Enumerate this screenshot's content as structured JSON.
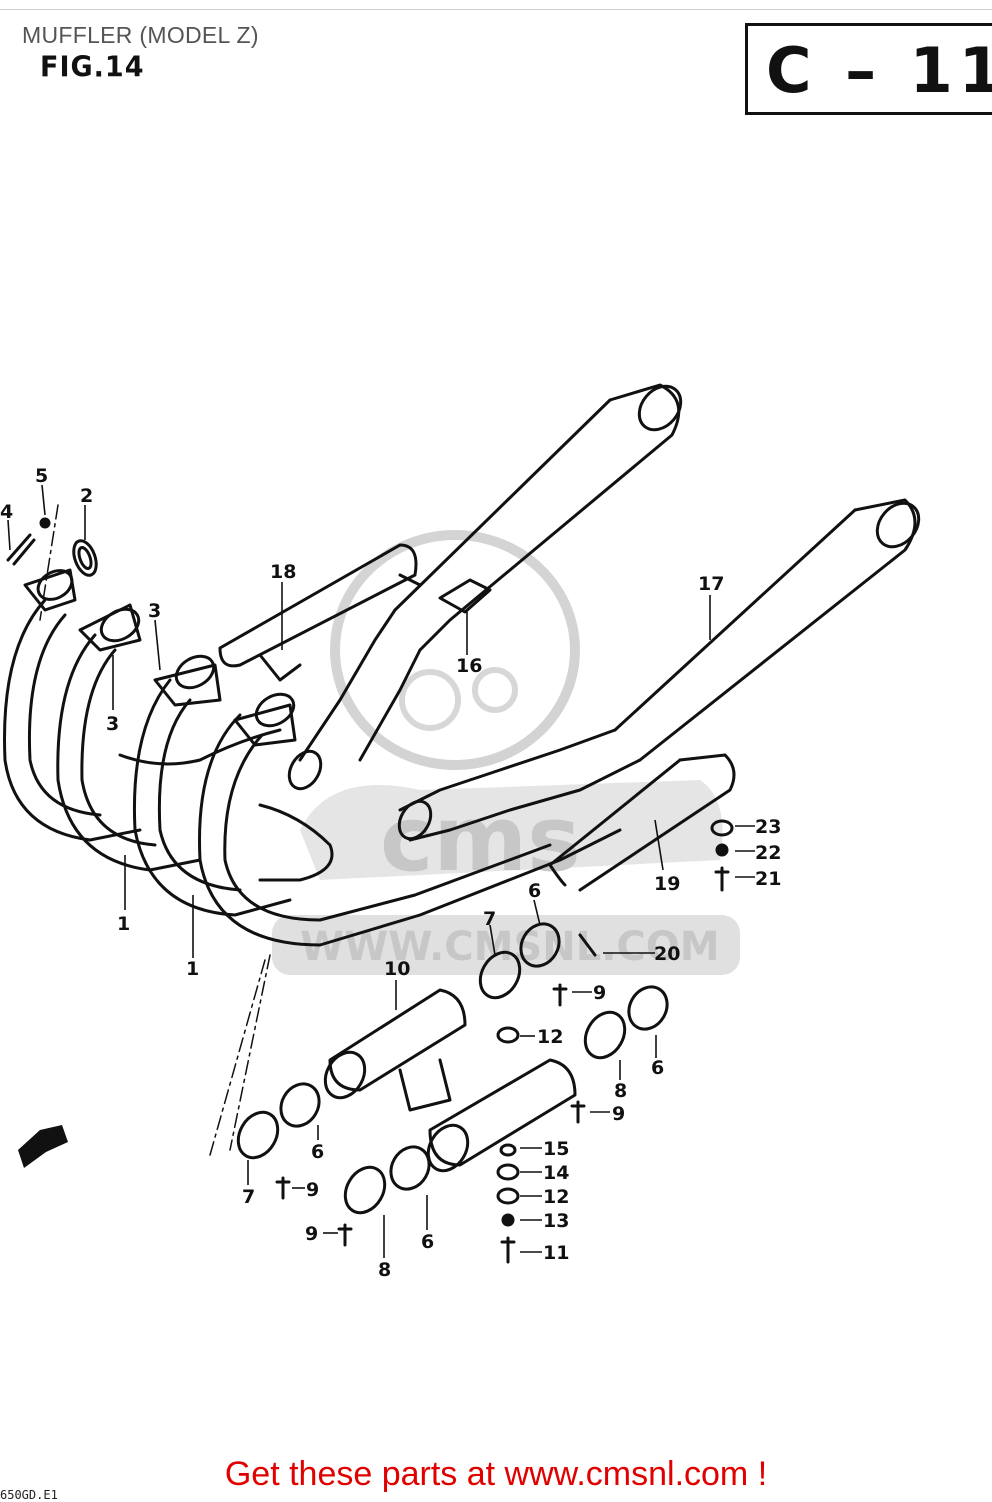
{
  "header": {
    "title": "MUFFLER (MODEL Z)",
    "figure": "FIG.14",
    "section_code": "C – 11"
  },
  "watermark": {
    "brand": "cms",
    "url": "WWW.CMSNL.COM"
  },
  "callouts": {
    "c1a": "1",
    "c1b": "1",
    "c2": "2",
    "c3a": "3",
    "c3b": "3",
    "c4": "4",
    "c5": "5",
    "c6a": "6",
    "c6b": "6",
    "c6c": "6",
    "c6d": "6",
    "c7a": "7",
    "c7b": "7",
    "c8a": "8",
    "c8b": "8",
    "c9a": "9",
    "c9b": "9",
    "c9c": "9",
    "c9d": "9",
    "c10": "10",
    "c11": "11",
    "c12a": "12",
    "c12b": "12",
    "c13": "13",
    "c14": "14",
    "c15": "15",
    "c16": "16",
    "c17": "17",
    "c18": "18",
    "c19": "19",
    "c20": "20",
    "c21": "21",
    "c22": "22",
    "c23": "23"
  },
  "footer": {
    "link_text": "Get these parts at www.cmsnl.com !",
    "corner_code": "650GD.E1"
  }
}
